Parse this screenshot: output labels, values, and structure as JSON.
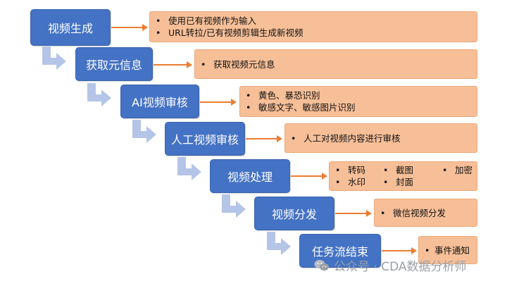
{
  "steps": [
    {
      "label": "视频生成",
      "notes": [
        "使用已有视频作为输入",
        "URL转拉/已有视频剪辑生成新视频"
      ]
    },
    {
      "label": "获取元信息",
      "notes": [
        "获取视频元信息"
      ]
    },
    {
      "label": "AI视频审核",
      "notes": [
        "黄色、暴恐识别",
        "敏感文字、敏感图片识别"
      ]
    },
    {
      "label": "人工视频审核",
      "notes": [
        "人工对视频内容进行审核"
      ]
    },
    {
      "label": "视频处理",
      "notes": [
        "转码",
        "截图",
        "加密",
        "水印",
        "封面"
      ]
    },
    {
      "label": "视频分发",
      "notes": [
        "微信视频分发"
      ]
    },
    {
      "label": "任务流结束",
      "notes": [
        "事件通知"
      ]
    }
  ],
  "watermark": {
    "text": "公众号 · CDA数据分析师",
    "icon": "wechat-icon"
  },
  "colors": {
    "step_fill": "#4472c4",
    "note_fill": "#f7bf98",
    "connector": "#ed7d31",
    "bend_arrow": "#b4c5e7"
  }
}
